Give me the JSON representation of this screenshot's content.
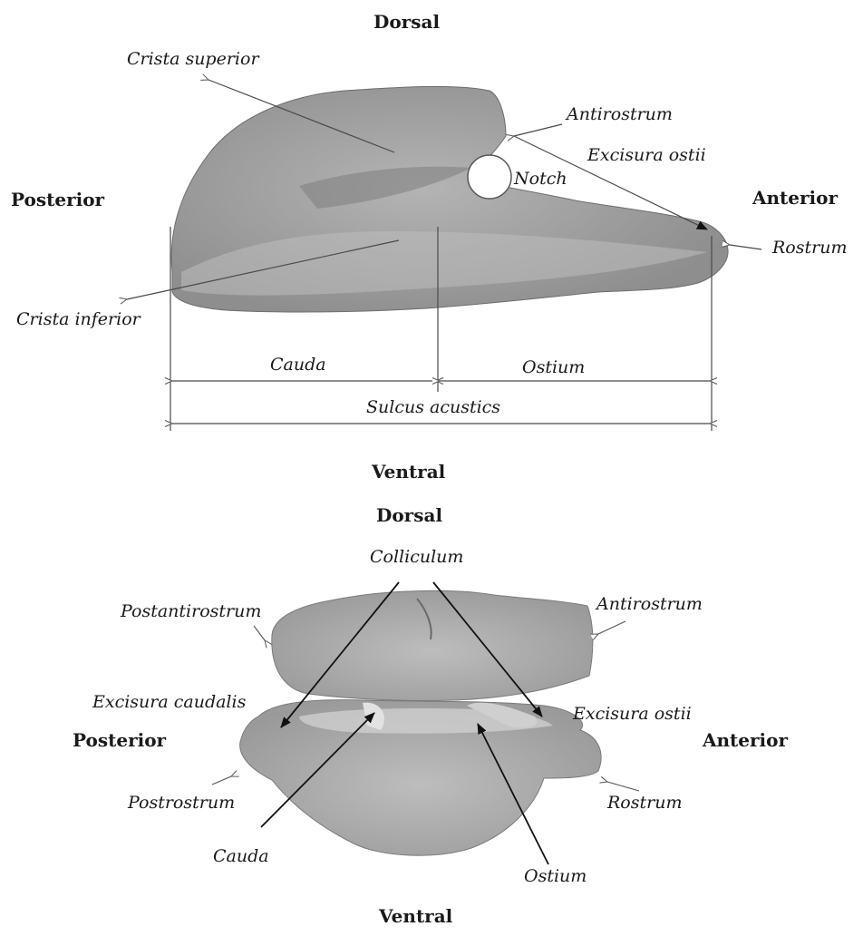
{
  "top": {
    "orientation": {
      "dorsal": "Dorsal",
      "ventral": "Ventral",
      "posterior": "Posterior",
      "anterior": "Anterior"
    },
    "labels": {
      "crista_superior": "Crista superior",
      "antirostrum": "Antirostrum",
      "excisura_ostii": "Excisura ostii",
      "notch": "Notch",
      "rostrum": "Rostrum",
      "crista_inferior": "Crista inferior",
      "cauda": "Cauda",
      "ostium": "Ostium",
      "sulcus_acusticus": "Sulcus acustics"
    }
  },
  "bottom": {
    "orientation": {
      "dorsal": "Dorsal",
      "ventral": "Ventral",
      "posterior": "Posterior",
      "anterior": "Anterior"
    },
    "labels": {
      "colliculum": "Colliculum",
      "postantirostrum": "Postantirostrum",
      "antirostrum": "Antirostrum",
      "excisura_caudalis": "Excisura caudalis",
      "excisura_ostii": "Excisura ostii",
      "postrostrum": "Postrostrum",
      "rostrum": "Rostrum",
      "cauda": "Cauda",
      "ostium": "Ostium"
    }
  },
  "colors": {
    "otolith_fill": "#a3a3a3",
    "otolith_dark": "#7c7c7c",
    "otolith_light": "#c2c2c2",
    "leader_line": "#4a4a4a",
    "text": "#1a1a1a"
  }
}
